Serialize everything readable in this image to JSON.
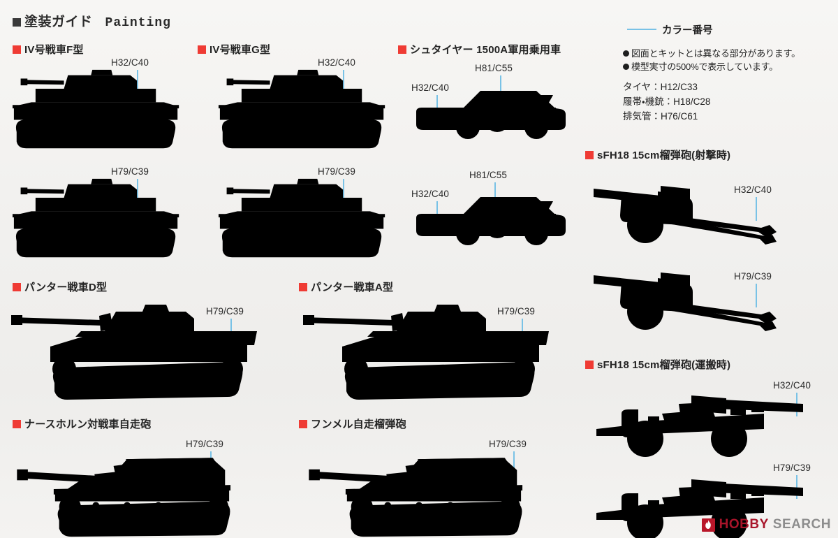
{
  "header": {
    "marker": "dark-square",
    "title_ja": "塗装ガイド",
    "title_en": "Painting"
  },
  "legend": {
    "key_label": "カラー番号",
    "notes": [
      "図面とキットとは異なる部分があります。",
      "模型実寸の500%で表示しています。"
    ],
    "materials": [
      "タイヤ：H12/C33",
      "履帯・機銃：H18/C28",
      "排気管：H76/C61"
    ]
  },
  "colors": {
    "accent_square": "#ef3b34",
    "header_square": "#3a3a3a",
    "leader_line": "#79c2e6",
    "panzer_grey": "#6f8398",
    "panzer_grey_dark": "#4f6276",
    "dark_yellow": "#cfc49e",
    "dark_yellow_dark": "#9b9170",
    "canvas_ochre": "#c8912f",
    "canvas_ochre_dark": "#9a6c1f",
    "canvas_tan": "#b8904f",
    "track_grey": "#5a5f63",
    "track_tan": "#7d7560",
    "page_bg": "#f3f2f0",
    "logo_hobby": "#a8142a",
    "logo_search": "#8d8d8d"
  },
  "sections": [
    {
      "id": "panzer4-f",
      "title": "IV号戦車F型",
      "callouts": [
        {
          "text": "H32/C40",
          "variant": "grey"
        },
        {
          "text": "H79/C39",
          "variant": "tan"
        }
      ]
    },
    {
      "id": "panzer4-g",
      "title": "IV号戦車G型",
      "callouts": [
        {
          "text": "H32/C40",
          "variant": "grey"
        },
        {
          "text": "H79/C39",
          "variant": "tan"
        }
      ]
    },
    {
      "id": "steyr-1500a",
      "title": "シュタイヤー 1500A軍用乗用車",
      "callouts": [
        {
          "text": "H81/C55",
          "variant": "canvas-grey"
        },
        {
          "text": "H32/C40",
          "variant": "body-grey"
        },
        {
          "text": "H81/C55",
          "variant": "canvas-tan"
        },
        {
          "text": "H32/C40",
          "variant": "body-tan"
        }
      ]
    },
    {
      "id": "sfh18-firing",
      "title": "sFH18 15cm榴弾砲(射撃時)",
      "callouts": [
        {
          "text": "H32/C40",
          "variant": "grey"
        },
        {
          "text": "H79/C39",
          "variant": "tan"
        }
      ]
    },
    {
      "id": "panther-d",
      "title": "パンター戦車D型",
      "callouts": [
        {
          "text": "H79/C39",
          "variant": "tan"
        }
      ]
    },
    {
      "id": "panther-a",
      "title": "パンター戦車A型",
      "callouts": [
        {
          "text": "H79/C39",
          "variant": "tan"
        }
      ]
    },
    {
      "id": "sfh18-transport",
      "title": "sFH18 15cm榴弾砲(運搬時)",
      "callouts": [
        {
          "text": "H32/C40",
          "variant": "grey"
        },
        {
          "text": "H79/C39",
          "variant": "tan"
        }
      ]
    },
    {
      "id": "nashorn",
      "title": "ナースホルン対戦車自走砲",
      "callouts": [
        {
          "text": "H79/C39",
          "variant": "tan"
        }
      ]
    },
    {
      "id": "hummel",
      "title": "フンメル自走榴弾砲",
      "callouts": [
        {
          "text": "H79/C39",
          "variant": "tan"
        }
      ]
    }
  ],
  "callout_labels": {
    "p4f_grey": "H32/C40",
    "p4f_tan": "H79/C39",
    "p4g_grey": "H32/C40",
    "p4g_tan": "H79/C39",
    "steyr_top_canvas": "H81/C55",
    "steyr_top_body": "H32/C40",
    "steyr_bot_canvas": "H81/C55",
    "steyr_bot_body": "H32/C40",
    "sfh_fire_grey": "H32/C40",
    "sfh_fire_tan": "H79/C39",
    "sfh_tran_grey": "H32/C40",
    "sfh_tran_tan": "H79/C39",
    "panther_d": "H79/C39",
    "panther_a": "H79/C39",
    "nashorn": "H79/C39",
    "hummel": "H79/C39"
  },
  "logo": {
    "icon": "flame-icon",
    "word1": "HOBBY",
    "word2": "SEARCH"
  }
}
